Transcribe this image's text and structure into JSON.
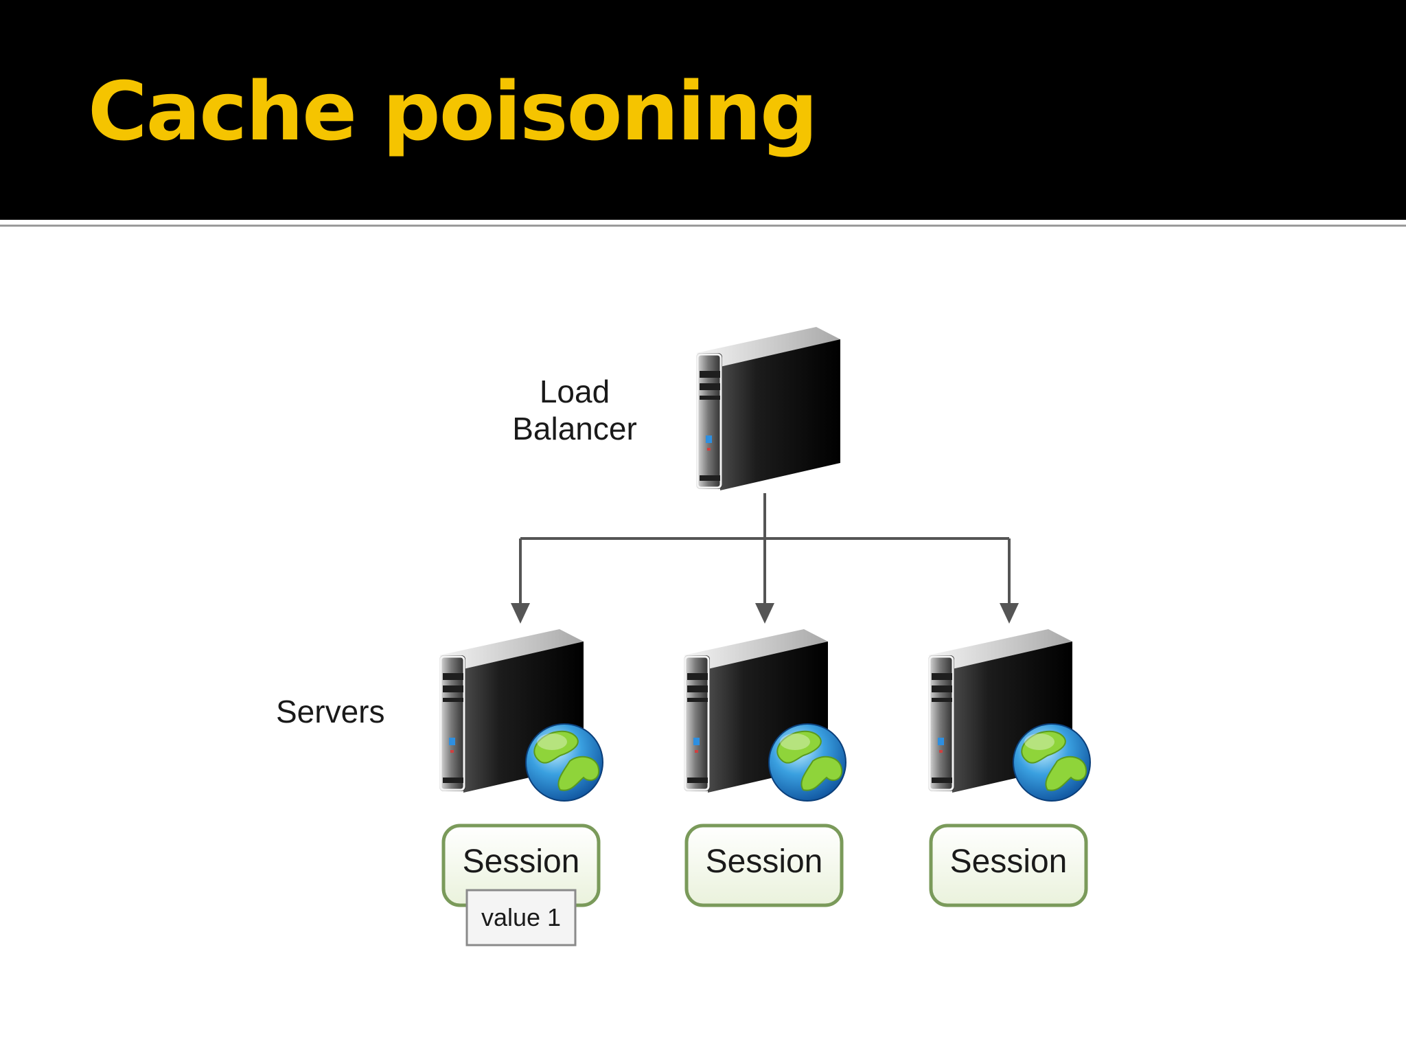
{
  "slide": {
    "title": "Cache poisoning"
  },
  "diagram": {
    "load_balancer": {
      "label_line1": "Load",
      "label_line2": "Balancer"
    },
    "servers_label": "Servers",
    "servers": [
      {
        "session_label": "Session",
        "value_label": "value 1"
      },
      {
        "session_label": "Session"
      },
      {
        "session_label": "Session"
      }
    ]
  },
  "colors": {
    "title_text": "#f5c400",
    "title_bar": "#000000",
    "connector": "#555555",
    "session_border": "#7a9a5a",
    "session_fill": "#f1f6e8"
  },
  "icons": [
    "server-tower-icon",
    "globe-icon"
  ]
}
